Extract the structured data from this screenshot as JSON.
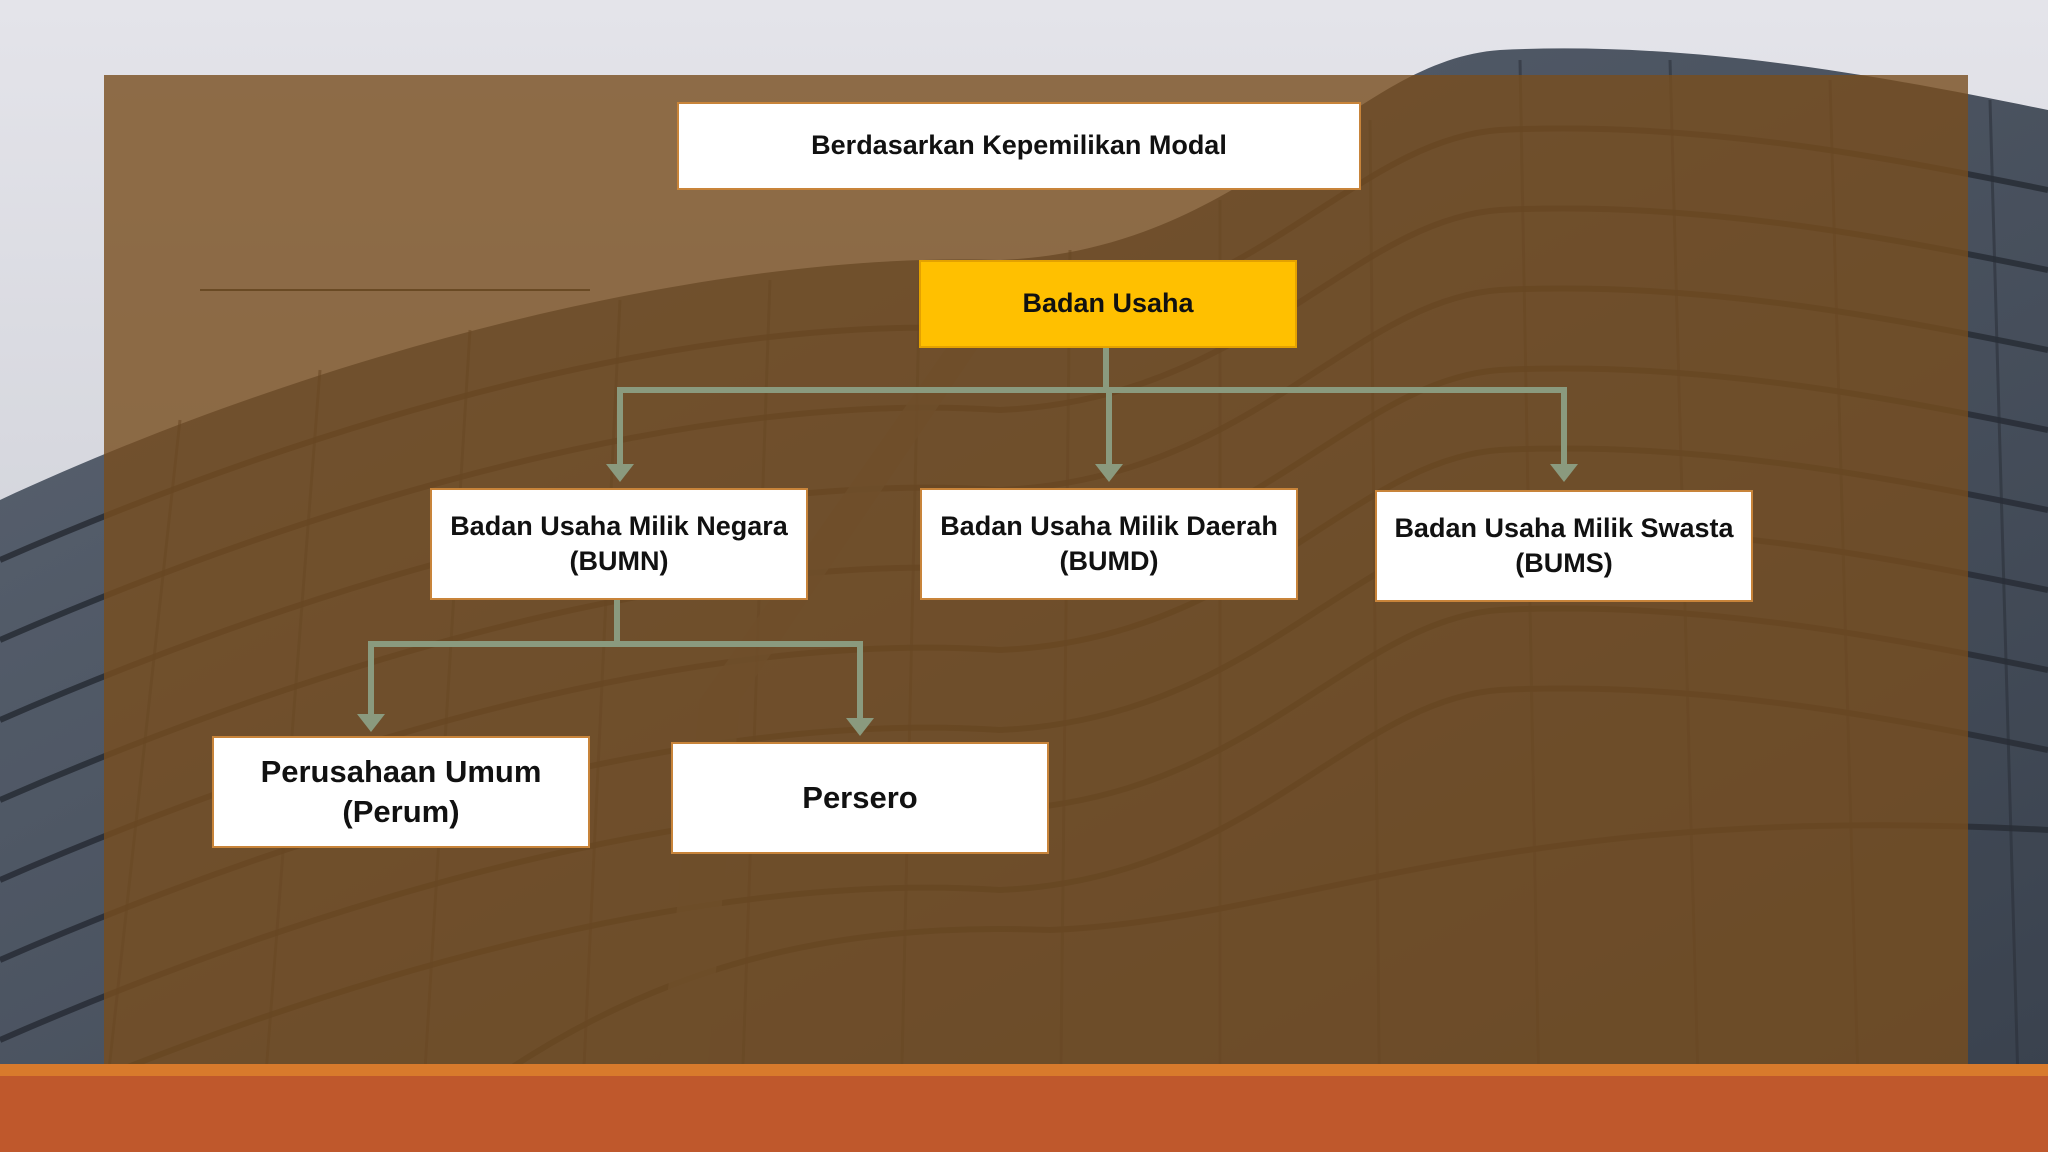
{
  "slide": {
    "title": "Berdasarkan Kepemilikan Modal",
    "root": "Badan Usaha",
    "children": [
      "Badan Usaha Milik Negara\n(BUMN)",
      "Badan Usaha Milik Daerah\n(BUMD)",
      "Badan Usaha Milik Swasta\n(BUMS)"
    ],
    "bumn_children": [
      "Perusahaan Umum\n(Perum)",
      "Persero"
    ]
  },
  "colors": {
    "overlay": "#7a4e1e",
    "root_fill": "#ffc000",
    "box_border": "#c8843a",
    "connector": "#8a9a7e",
    "footer": "#bf582c"
  }
}
